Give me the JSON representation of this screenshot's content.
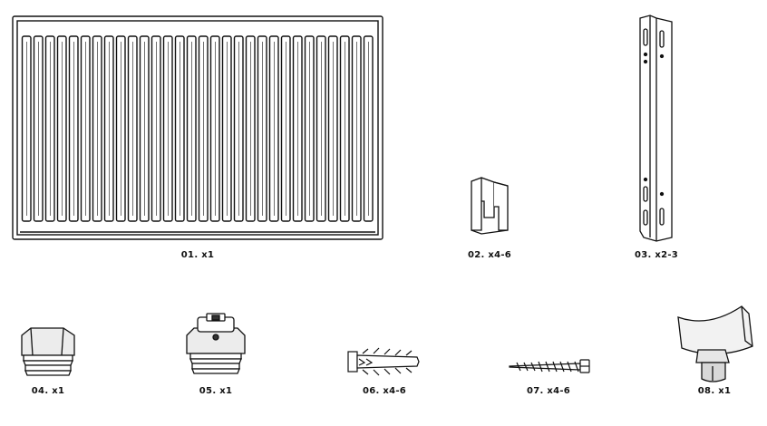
{
  "parts": [
    {
      "id": "radiator",
      "label": "01. x1"
    },
    {
      "id": "spacer-clip",
      "label": "02. x4-6"
    },
    {
      "id": "wall-bracket",
      "label": "03. x2-3"
    },
    {
      "id": "blind-plug",
      "label": "04. x1"
    },
    {
      "id": "air-vent-plug",
      "label": "05. x1"
    },
    {
      "id": "wall-plug",
      "label": "06. x4-6"
    },
    {
      "id": "screw",
      "label": "07. x4-6"
    },
    {
      "id": "bleed-key",
      "label": "08. x1"
    }
  ],
  "colors": {
    "line": "#111111",
    "paper": "#ffffff",
    "shade": "#9a9a9a"
  }
}
